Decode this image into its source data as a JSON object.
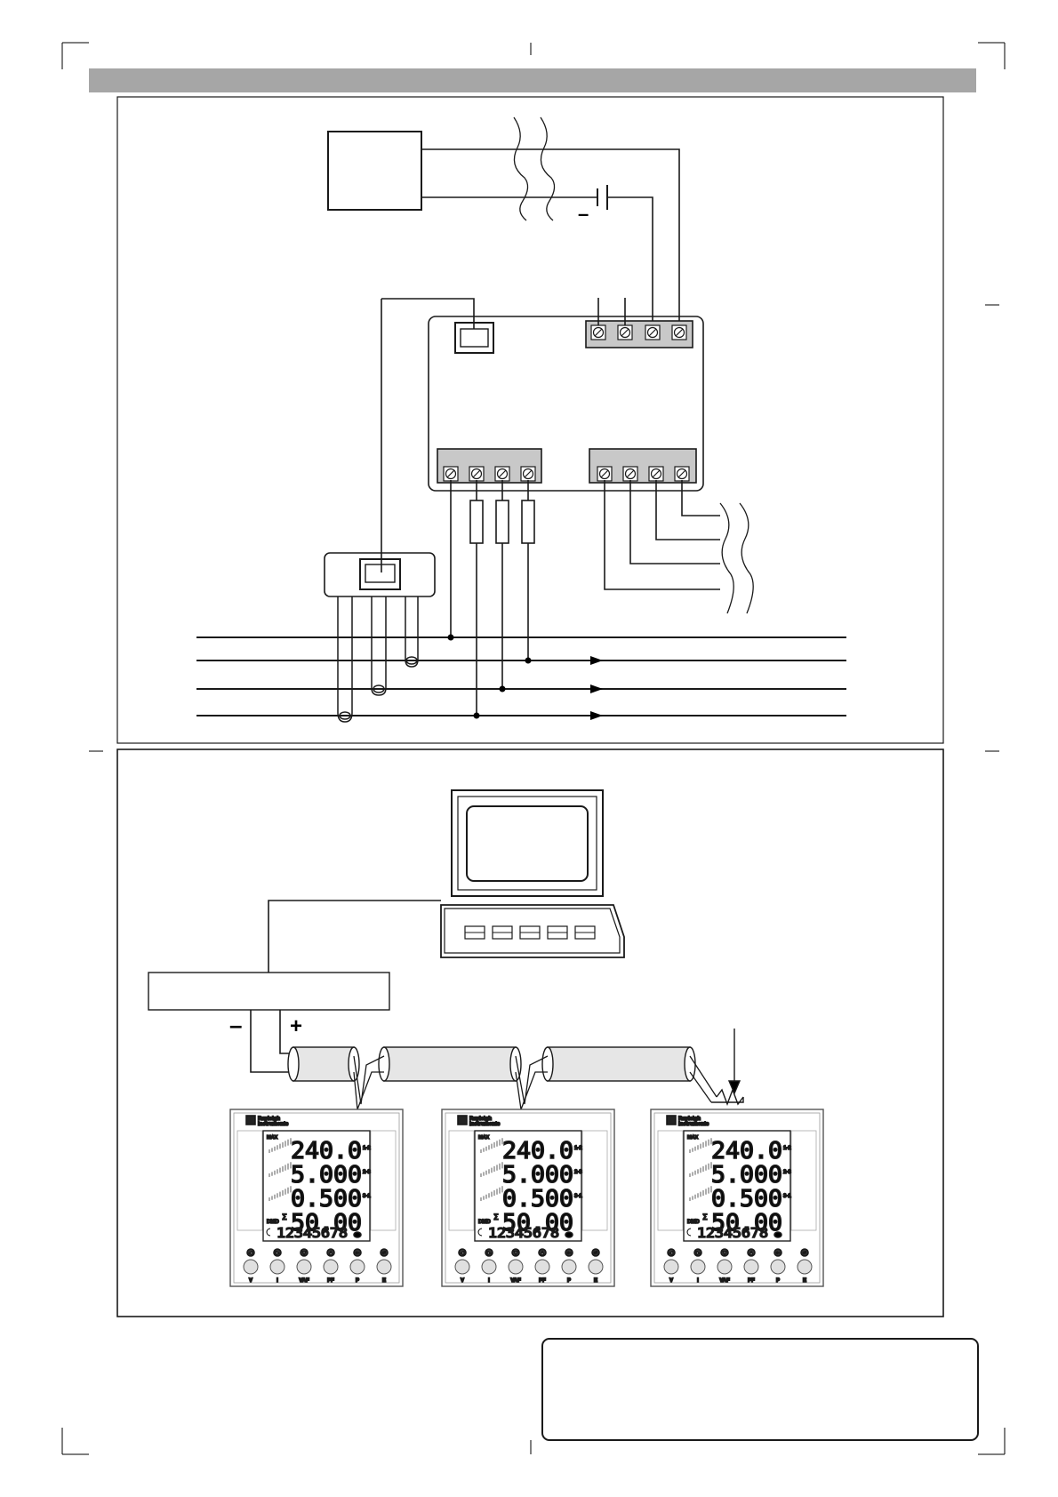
{
  "wiring_diagram": {
    "battery_polarity": "–"
  },
  "network_diagram": {
    "polarity_minus": "–",
    "polarity_plus": "+",
    "computer_keys": 5
  },
  "meter": {
    "brand_line1": "Rayleigh",
    "brand_line2": "Instruments",
    "max_label": "MAX",
    "rows": [
      {
        "value": "240.0",
        "tag": "1-2"
      },
      {
        "value": "5.000",
        "tag": "2-3"
      },
      {
        "value": "0.500",
        "tag": "3-1"
      },
      {
        "value": "50.00",
        "tag": ""
      }
    ],
    "dmd_label": "DMD",
    "sigma": "Σ",
    "counter": "12345678",
    "button_icons": [
      "◀",
      "▶",
      "▼",
      "▲",
      "←",
      "↵"
    ],
    "button_labels": [
      "V",
      "I",
      "VAF",
      "PF",
      "P",
      "E"
    ]
  },
  "meter_count": 3,
  "colors": {
    "header_bar": "#a6a6a6",
    "terminal_fill": "#c8c8c8",
    "cable_fill": "#e6e6e6",
    "line": "#1a1a1a"
  }
}
